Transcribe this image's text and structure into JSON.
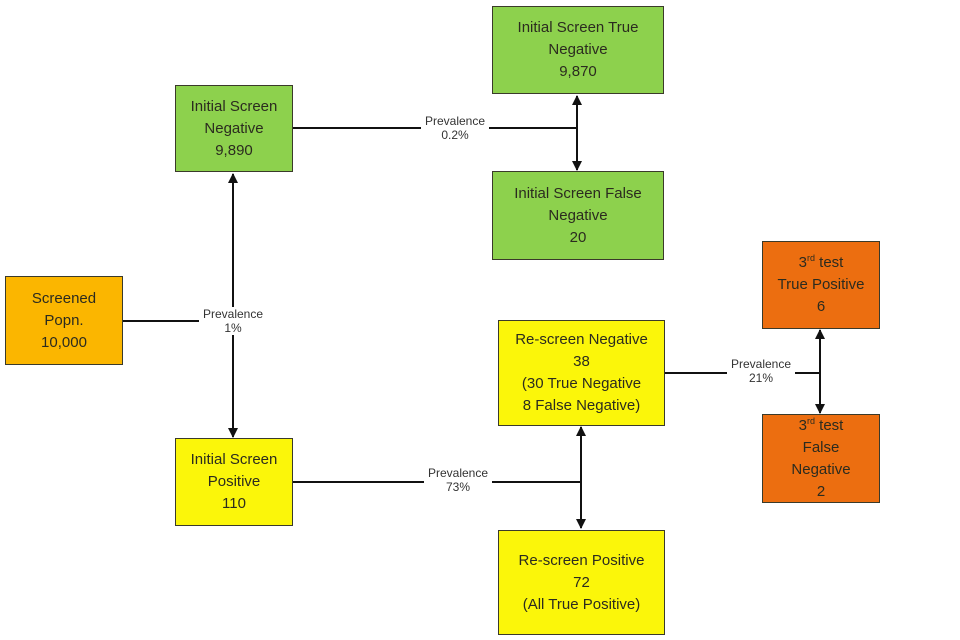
{
  "nodes": {
    "screened": {
      "lines": [
        "Screened",
        "Popn.",
        "10,000"
      ],
      "color": "#fbb600"
    },
    "init_neg": {
      "lines": [
        "Initial Screen",
        "Negative",
        "9,890"
      ],
      "color": "#8dd14d"
    },
    "init_pos": {
      "lines": [
        "Initial Screen",
        "Positive",
        "110"
      ],
      "color": "#fbf60a"
    },
    "init_true_neg": {
      "lines": [
        "Initial Screen True",
        "Negative",
        "9,870"
      ],
      "color": "#8dd14d"
    },
    "init_false_neg": {
      "lines": [
        "Initial Screen False",
        "Negative",
        "20"
      ],
      "color": "#8dd14d"
    },
    "rescreen_neg": {
      "lines": [
        "Re-screen Negative",
        "38",
        "(30 True Negative",
        "8 False Negative)"
      ],
      "color": "#fbf60a"
    },
    "rescreen_pos": {
      "lines": [
        "Re-screen Positive",
        "72",
        "(All True Positive)"
      ],
      "color": "#fbf60a"
    },
    "third_true_pos": {
      "ordinal": "3",
      "ordinal_suffix": "rd",
      "title_rest": " test",
      "lines": [
        "True Positive",
        "6"
      ],
      "color": "#ec6e10"
    },
    "third_false_neg": {
      "ordinal": "3",
      "ordinal_suffix": "rd",
      "title_rest": " test",
      "lines": [
        "False",
        "Negative",
        "2"
      ],
      "color": "#ec6e10"
    }
  },
  "edges": {
    "screened_split": {
      "label": "Prevalence",
      "value": "1%"
    },
    "neg_split": {
      "label": "Prevalence",
      "value": "0.2%"
    },
    "pos_split": {
      "label": "Prevalence",
      "value": "73%"
    },
    "rescreen_split": {
      "label": "Prevalence",
      "value": "21%"
    }
  }
}
